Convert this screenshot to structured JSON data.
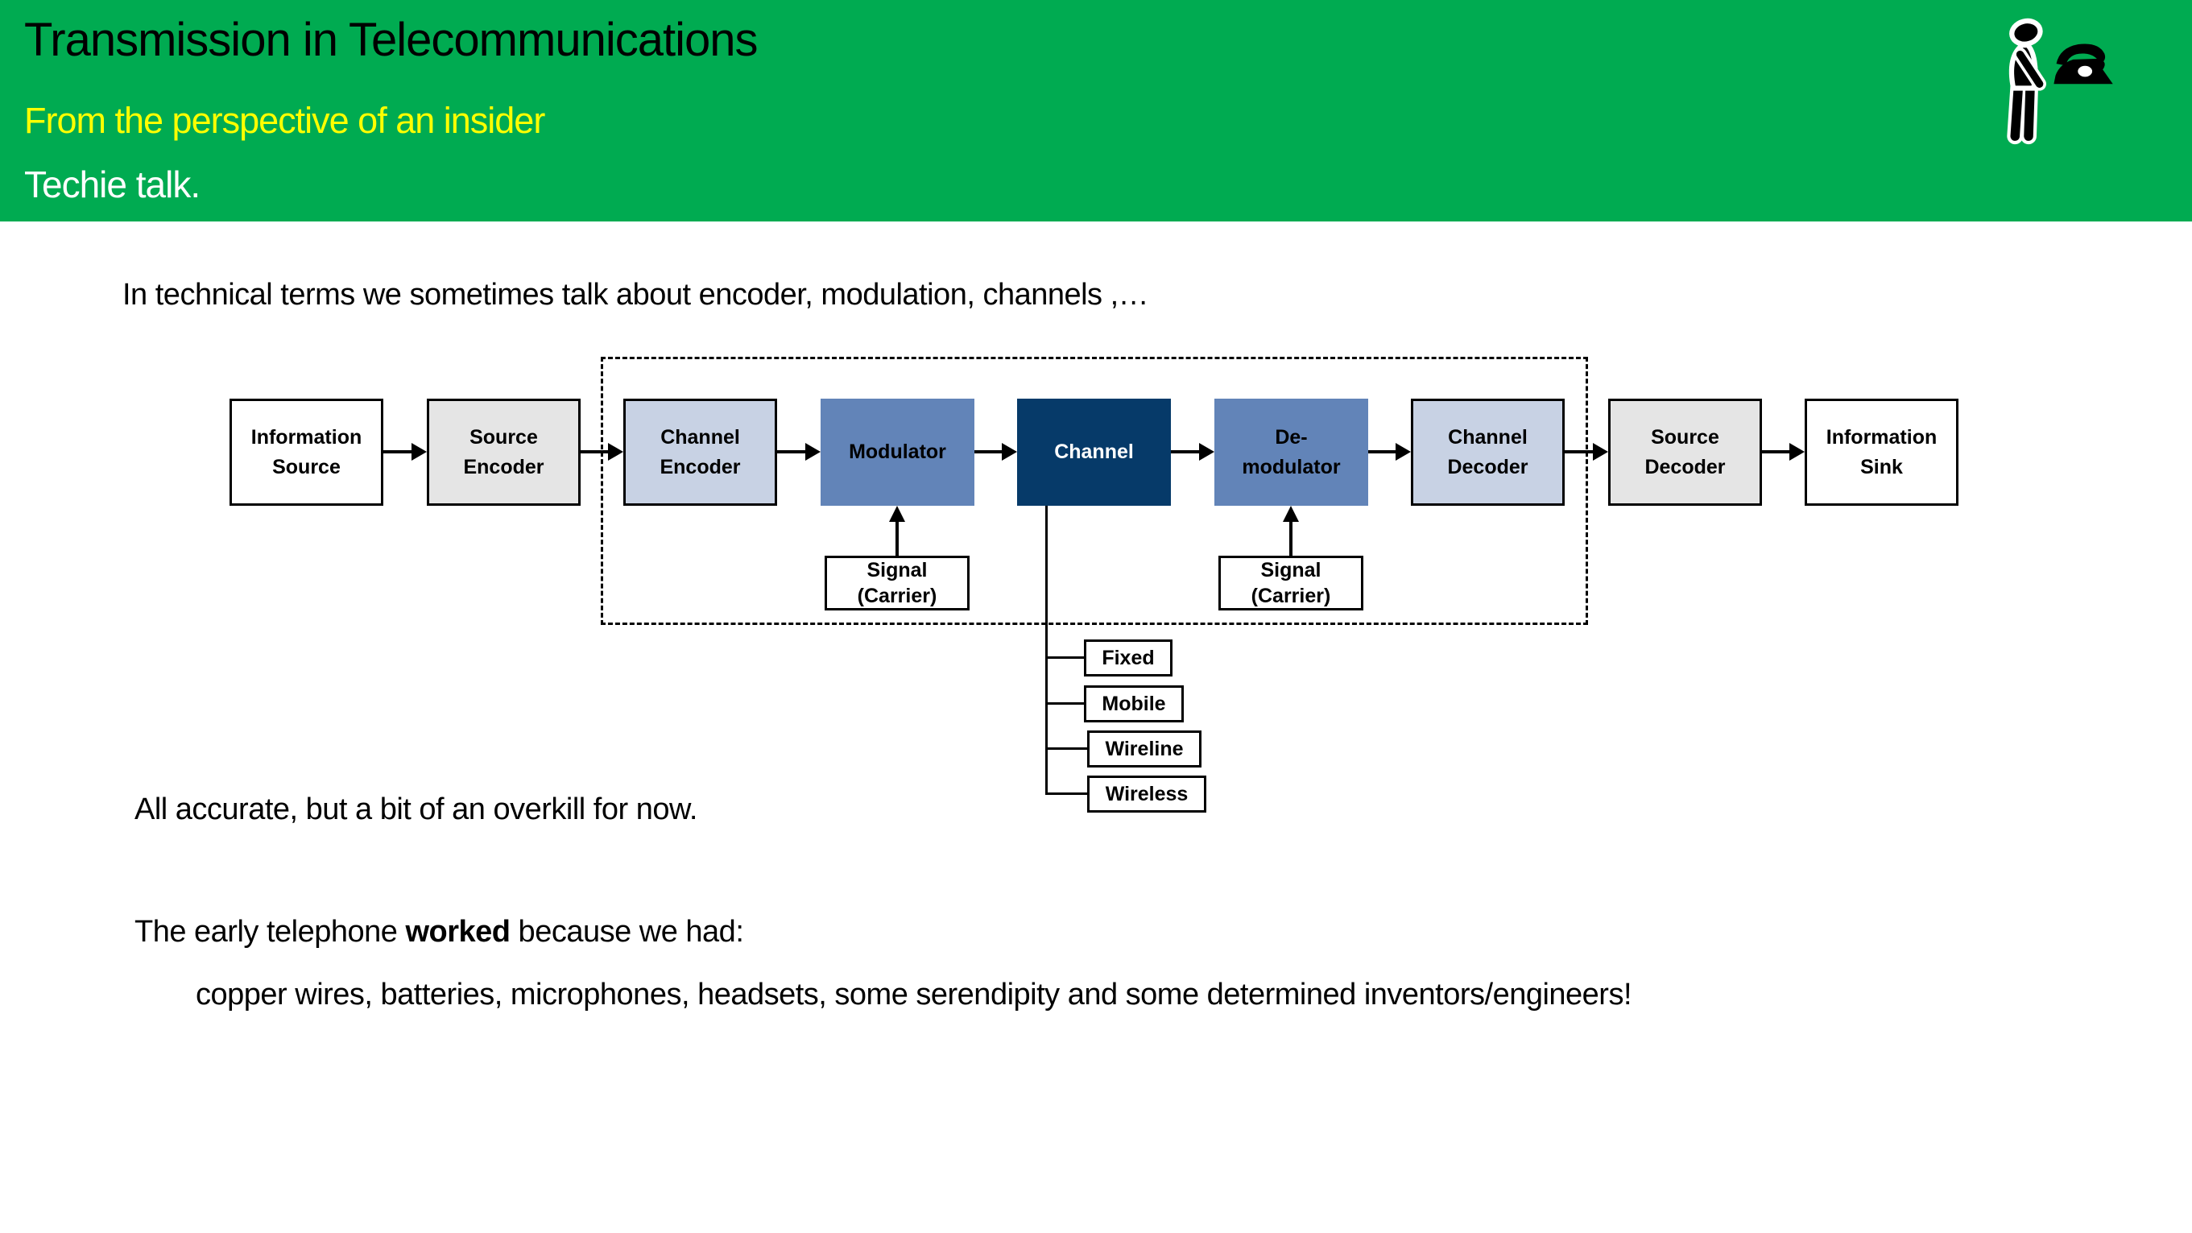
{
  "header": {
    "title": "Transmission in Telecommunications",
    "subtitle": "From the perspective of an insider",
    "tagline": "Techie talk.",
    "icon": "person-with-rotary-phone-icon",
    "colors": {
      "bg": "#00AB51",
      "title": "#000000",
      "subtitle": "#FFFF00",
      "tagline": "#FFFFFF"
    }
  },
  "intro_text": "In technical terms we sometimes talk about encoder, modulation, channels ,…",
  "diagram": {
    "chain": [
      {
        "label": "Information\nSource",
        "fill": "#FFFFFF",
        "text": "#000000",
        "border": true
      },
      {
        "label": "Source\nEncoder",
        "fill": "#E5E5E5",
        "text": "#000000",
        "border": true
      },
      {
        "label": "Channel\nEncoder",
        "fill": "#C8D2E4",
        "text": "#000000",
        "border": true
      },
      {
        "label": "Modulator",
        "fill": "#6284B8",
        "text": "#000000",
        "border": false
      },
      {
        "label": "Channel",
        "fill": "#063A69",
        "text": "#FFFFFF",
        "border": false
      },
      {
        "label": "De-\nmodulator",
        "fill": "#6284B8",
        "text": "#000000",
        "border": false
      },
      {
        "label": "Channel\nDecoder",
        "fill": "#C8D2E4",
        "text": "#000000",
        "border": true
      },
      {
        "label": "Source\nDecoder",
        "fill": "#E5E5E5",
        "text": "#000000",
        "border": true
      },
      {
        "label": "Information\nSink",
        "fill": "#FFFFFF",
        "text": "#000000",
        "border": true
      }
    ],
    "signal_label": "Signal\n(Carrier)",
    "channel_types": [
      "Fixed",
      "Mobile",
      "Wireline",
      "Wireless"
    ]
  },
  "overkill_text": "All accurate, but a bit of an overkill for now.",
  "telephone_line": {
    "pre": "The early telephone ",
    "bold": "worked",
    "post": " because we had:"
  },
  "ingredients_text": "copper wires, batteries, microphones, headsets, some serendipity and some determined inventors/engineers!"
}
